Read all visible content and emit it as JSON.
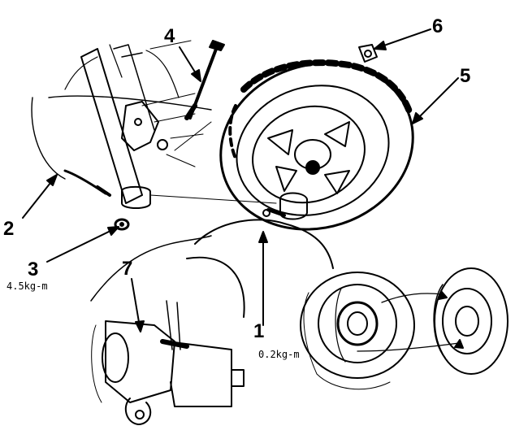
{
  "diagram": {
    "callouts": [
      {
        "id": "1",
        "label": "1"
      },
      {
        "id": "2",
        "label": "2"
      },
      {
        "id": "3",
        "label": "3"
      },
      {
        "id": "4",
        "label": "4"
      },
      {
        "id": "5",
        "label": "5"
      },
      {
        "id": "6",
        "label": "6"
      },
      {
        "id": "7",
        "label": "7"
      }
    ],
    "torque": {
      "axle_nut": "0.2kg-m",
      "fork_nut": "4.5kg-m"
    },
    "colors": {
      "ink": "#000000",
      "paper": "#ffffff"
    }
  }
}
